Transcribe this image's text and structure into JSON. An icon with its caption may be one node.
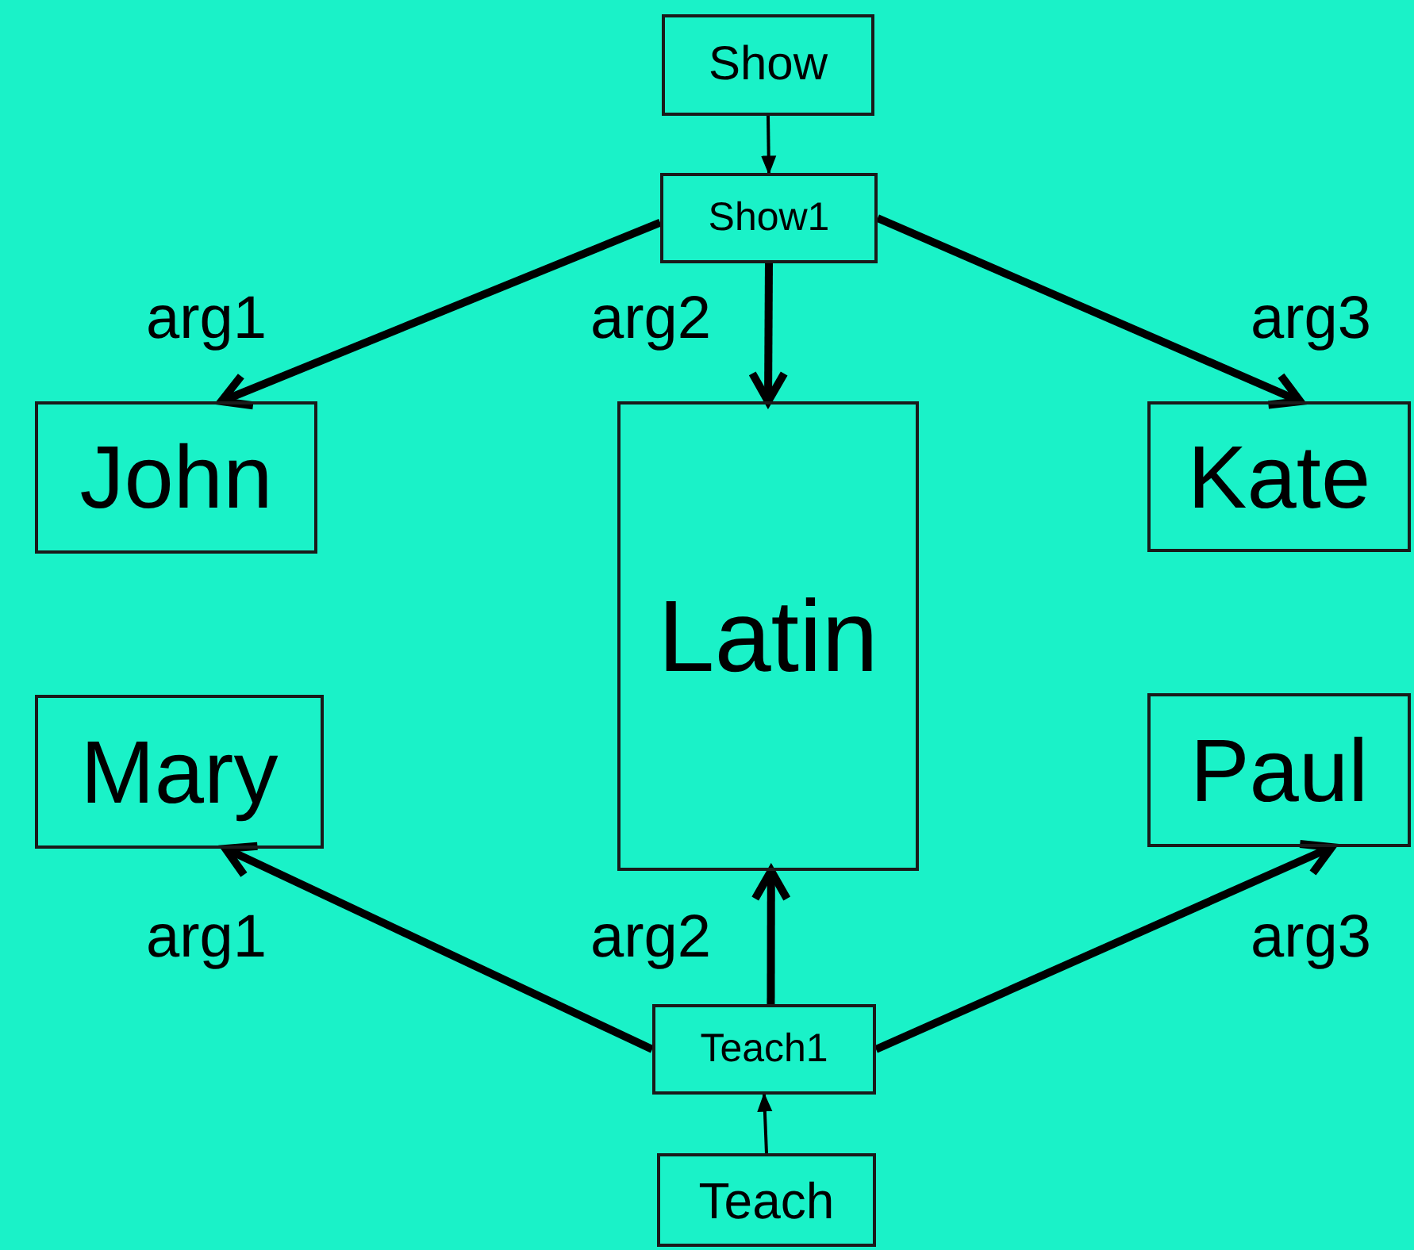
{
  "diagram": {
    "nodes": [
      {
        "text": [
          "Show"
        ]
      },
      {
        "text": [
          "Show1"
        ]
      },
      {
        "text": [
          "John"
        ]
      },
      {
        "text": [
          "Latin"
        ]
      },
      {
        "text": [
          "Kate"
        ]
      },
      {
        "text": [
          "Mary"
        ]
      },
      {
        "text": [
          "Paul"
        ]
      },
      {
        "text": [
          "Teach1"
        ]
      },
      {
        "text": [
          "Teach"
        ]
      }
    ],
    "edges": [
      {
        "from": 0,
        "to": 1,
        "arrow": "to"
      },
      {
        "from": 1,
        "to": 2,
        "arrow": "to",
        "label": "arg1"
      },
      {
        "from": 1,
        "to": 3,
        "arrow": "to",
        "label": "arg2"
      },
      {
        "from": 1,
        "to": 4,
        "arrow": "to",
        "label": "arg3"
      },
      {
        "from": 7,
        "to": 5,
        "arrow": "to",
        "label": "arg1"
      },
      {
        "from": 7,
        "to": 3,
        "arrow": "to",
        "label": "arg2"
      },
      {
        "from": 7,
        "to": 6,
        "arrow": "to",
        "label": "arg3"
      },
      {
        "from": 8,
        "to": 7,
        "arrow": "to"
      }
    ]
  }
}
